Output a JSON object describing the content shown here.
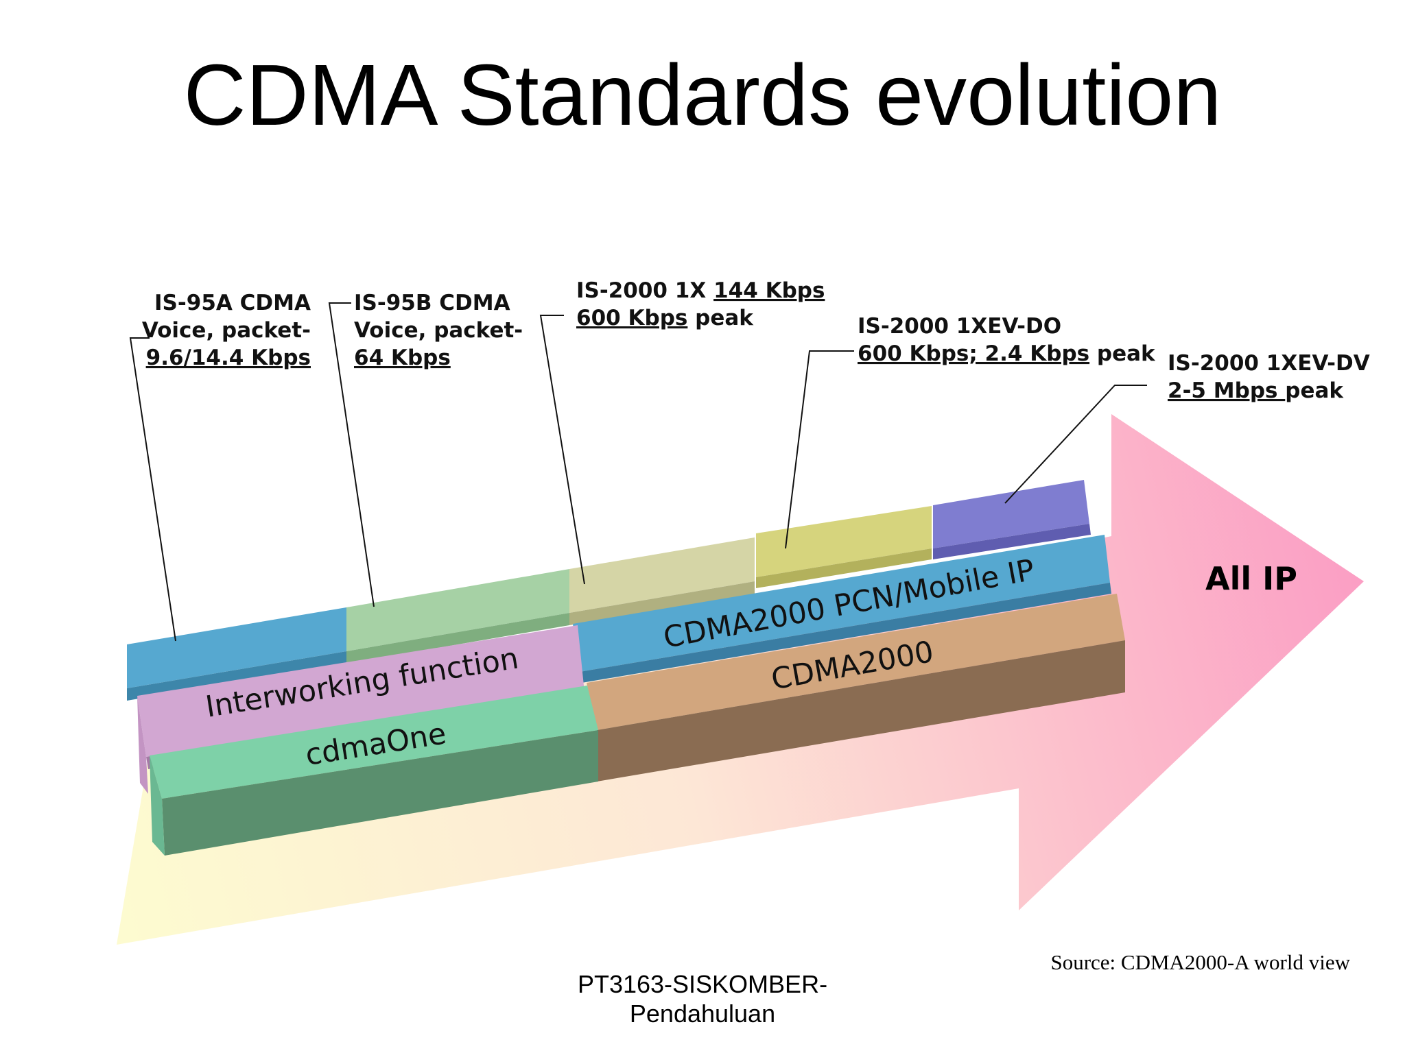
{
  "title": "CDMA Standards evolution",
  "callouts": {
    "is95a": {
      "line1": "IS-95A CDMA",
      "line2": "Voice, packet-",
      "line3": "9.6/14.4 Kbps"
    },
    "is95b": {
      "line1": "IS-95B CDMA",
      "line2": "Voice, packet-",
      "line3": "64 Kbps"
    },
    "is2000_1x": {
      "line1_prefix": "IS-2000 1X ",
      "line1_rate": "144 Kbps",
      "line2_rate": "600 Kbps",
      "line2_suffix": " peak"
    },
    "evdo": {
      "line1": "IS-2000 1XEV-DO",
      "line2_rate": "600 Kbps; 2.4 Kbps",
      "line2_suffix": " peak"
    },
    "evdv": {
      "line1": "IS-2000 1XEV-DV",
      "line2_rate": "2-5 Mbps ",
      "line2_suffix": "peak"
    }
  },
  "bands": {
    "interworking": "Interworking function",
    "cdmaone": "cdmaOne",
    "pcn": "CDMA2000 PCN/Mobile IP",
    "cdma2000": "CDMA2000"
  },
  "arrow_label": "All IP",
  "source": "Source: CDMA2000-A world view",
  "footer": {
    "line1": "PT3163-SISKOMBER-",
    "line2": "Pendahuluan"
  },
  "colors": {
    "is95a": "#56a8d0",
    "is95b": "#a6d1a5",
    "is2000_1x": "#d5d5a6",
    "evdo": "#d6d47d",
    "evdv": "#7f7dd0",
    "interworking": "#d2a7d2",
    "cdmaone": "#7ed1a8",
    "pcn": "#56a8d0",
    "cdma2000": "#d2a67e",
    "arrow_start": "#fdfbd0",
    "arrow_end": "#fba0c6"
  }
}
